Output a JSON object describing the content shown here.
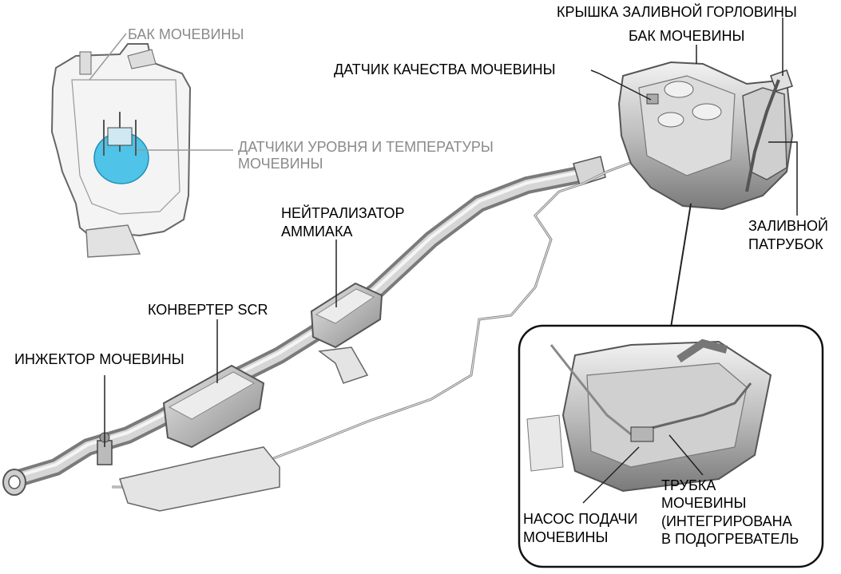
{
  "labels": {
    "tank_top_left": "БАК МОЧЕВИНЫ",
    "level_temp_sensors_line1": "ДАТЧИКИ УРОВНЯ И ТЕМПЕРАТУРЫ",
    "level_temp_sensors_line2": "МОЧЕВИНЫ",
    "filler_cap": "КРЫШКА ЗАЛИВНОЙ ГОРЛОВИНЫ",
    "tank_right": "БАК МОЧЕВИНЫ",
    "quality_sensor": "ДАТЧИК КАЧЕСТВА МОЧЕВИНЫ",
    "filler_neck_line1": "ЗАЛИВНОЙ",
    "filler_neck_line2": "ПАТРУБОК",
    "ammonia_neutralizer_line1": "НЕЙТРАЛИЗАТОР",
    "ammonia_neutralizer_line2": "АММИАКА",
    "scr_converter": "КОНВЕРТЕР SCR",
    "urea_injector": "ИНЖЕКТОР МОЧЕВИНЫ",
    "urea_pump_line1": "НАСОС ПОДАЧИ",
    "urea_pump_line2": "МОЧЕВИНЫ",
    "urea_tube_line1": "ТРУБКА",
    "urea_tube_line2": "МОЧЕВИНЫ",
    "urea_tube_line3": "(ИНТЕГРИРОВАНА",
    "urea_tube_line4": "В ПОДОГРЕВАТЕЛЬ"
  },
  "colors": {
    "sensor_highlight": "#4fc3e8",
    "label_gray": "#8a8a8a",
    "line": "#222222",
    "part_fill": "#d9d9d9",
    "part_stroke": "#555555"
  }
}
